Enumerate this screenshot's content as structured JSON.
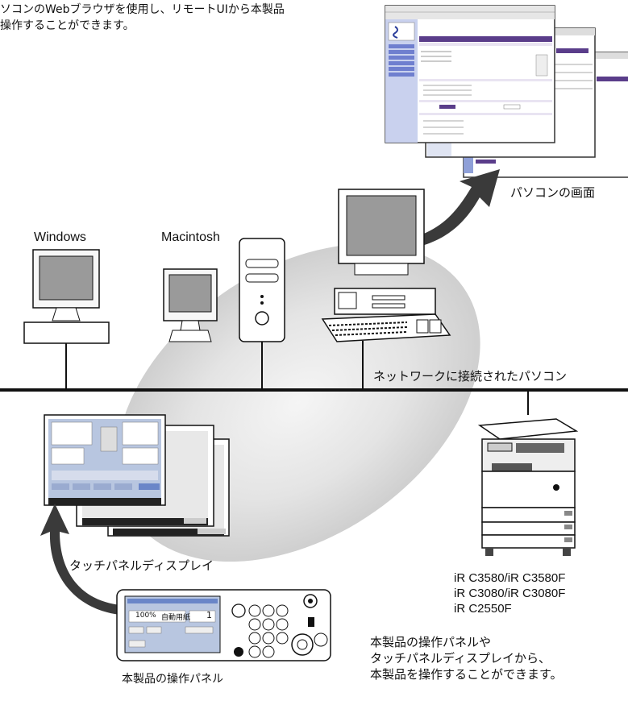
{
  "intro_text": {
    "line1": "ソコンのWebブラウザを使用し、リモートUIから本製品",
    "line2": "操作することができます。"
  },
  "pc_screen_caption": "パソコンの画面",
  "os_labels": {
    "windows": "Windows",
    "macintosh": "Macintosh"
  },
  "network_caption": "ネットワークに接続されたパソコン",
  "touch_panel_caption": "タッチパネルディスプレイ",
  "operation_panel_caption": "本製品の操作パネル",
  "models": [
    "iR C3580/iR C3580F",
    "iR C3080/iR C3080F",
    "iR C2550F"
  ],
  "device_text": {
    "line1": "本製品の操作パネルや",
    "line2": "タッチパネルディスプレイから、",
    "line3": "本製品を操作することができます。"
  },
  "touch_screen": {
    "zoom": "100%",
    "paper": "自動用紙",
    "copies": "1"
  },
  "colors": {
    "browser_title": "#5a3d8a",
    "sidebar": "#8fa0d8",
    "lcd": "#b8c6e0"
  }
}
